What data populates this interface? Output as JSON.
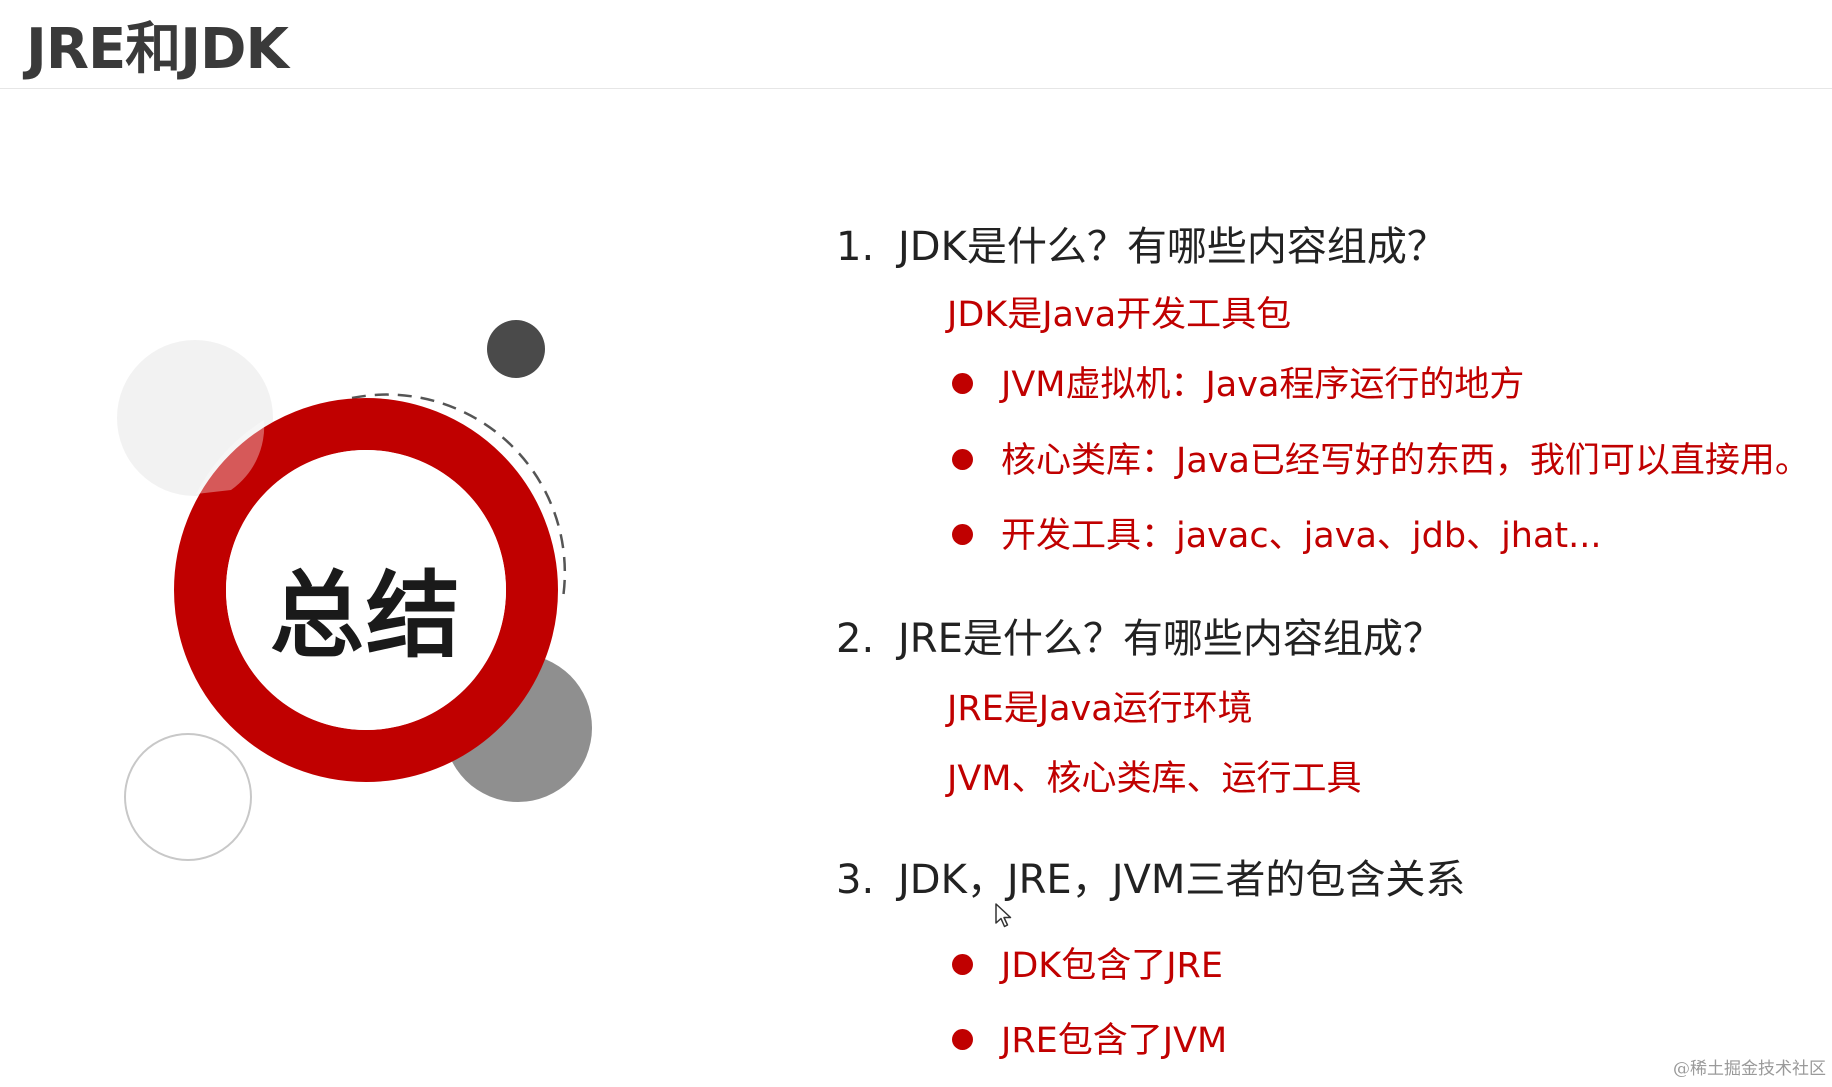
{
  "header": {
    "title": "JRE和JDK"
  },
  "graphic": {
    "center_label": "总结",
    "accent_color": "#c00000",
    "dark_circle_color": "#4a4a4a",
    "grey_circle_color": "#8f8f8f"
  },
  "sections": [
    {
      "number": "1.",
      "question": "JDK是什么？有哪些内容组成？",
      "answers": [
        "JDK是Java开发工具包"
      ],
      "bullets": [
        "JVM虚拟机：Java程序运行的地方",
        "核心类库：Java已经写好的东西，我们可以直接用。",
        "开发工具：javac、java、jdb、jhat..."
      ]
    },
    {
      "number": "2.",
      "question": "JRE是什么？有哪些内容组成？",
      "answers": [
        "JRE是Java运行环境",
        "JVM、核心类库、运行工具"
      ],
      "bullets": []
    },
    {
      "number": "3.",
      "question": "JDK，JRE，JVM三者的包含关系",
      "answers": [],
      "bullets": [
        "JDK包含了JRE",
        "JRE包含了JVM"
      ]
    }
  ],
  "watermark": "@稀土掘金技术社区"
}
